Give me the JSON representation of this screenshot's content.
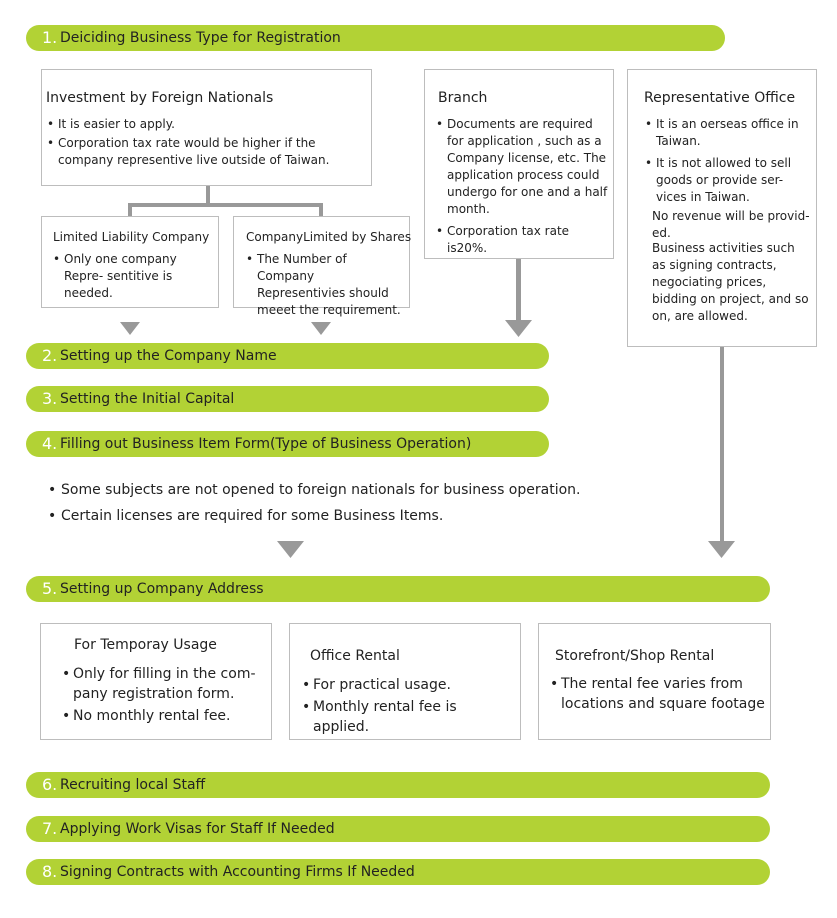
{
  "steps": [
    {
      "num": "1.",
      "label": "Deiciding Business Type for Registration"
    },
    {
      "num": "2.",
      "label": "Setting up the Company Name"
    },
    {
      "num": "3.",
      "label": "Setting the Initial Capital"
    },
    {
      "num": "4.",
      "label": "Filling out Business Item Form(Type of Business Operation)"
    },
    {
      "num": "5.",
      "label": "Setting up Company Address"
    },
    {
      "num": "6.",
      "label": "Recruiting local Staff"
    },
    {
      "num": "7.",
      "label": "Applying Work Visas for Staff If Needed"
    },
    {
      "num": "8.",
      "label": "Signing Contracts with Accounting Firms If Needed"
    }
  ],
  "foreign": {
    "title": "Investment by Foreign Nationals",
    "bullets": [
      "It is easier to apply.",
      "Corporation tax rate would be higher if the company representive live outside of Taiwan."
    ]
  },
  "llc": {
    "title": "Limited Liability Company",
    "bullets": [
      "Only one company Repre- sentitive is needed."
    ]
  },
  "cls": {
    "title": "CompanyLimited by Shares",
    "bullets": [
      "The Number of Company Representivies should meeet the requirement."
    ]
  },
  "branch": {
    "title": "Branch",
    "bullets": [
      "Documents are required for application , such as a Company license, etc. The application process could undergo for one and a half month.",
      "Corporation tax rate is20%."
    ]
  },
  "rep": {
    "title": "Representative Office",
    "bullets": [
      "It is an oerseas office in Taiwan.",
      "It is not allowed to sell goods or provide ser- vices in Taiwan."
    ],
    "para1": "No revenue will be provid- ed.",
    "para2": "Business activities such as signing contracts, negociating prices, bidding on project, and so on, are allowed."
  },
  "step4_notes": [
    "Some subjects are not opened to foreign nationals for business operation.",
    "Certain licenses are required for some Business Items."
  ],
  "addr": {
    "temp": {
      "title": "For Temporay Usage",
      "bullets": [
        "Only for filling in the com- pany registration form.",
        "No monthly rental fee."
      ]
    },
    "office": {
      "title": "Office Rental",
      "bullets": [
        "For practical usage.",
        "Monthly rental fee is applied."
      ]
    },
    "store": {
      "title": "Storefront/Shop Rental",
      "bullets": [
        "The rental fee varies from locations and square footage"
      ]
    }
  },
  "colors": {
    "step_bar": "#b2d235",
    "step_number": "#ffffff",
    "connector": "#999999",
    "box_border": "#bdbdbd"
  }
}
